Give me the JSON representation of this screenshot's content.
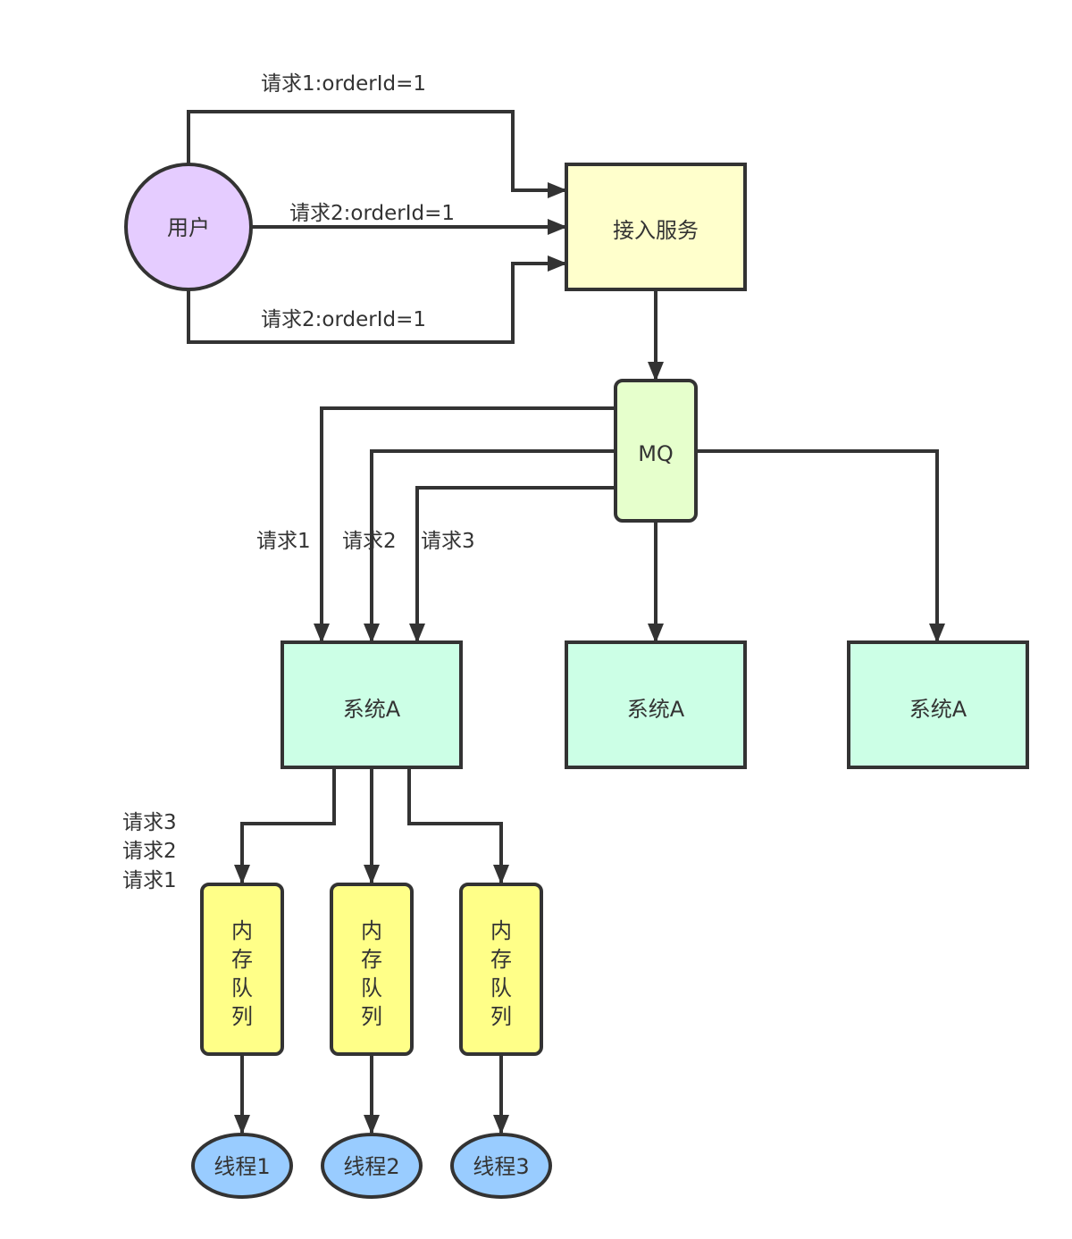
{
  "nodes": {
    "user": "用户",
    "access": "接入服务",
    "mq": "MQ",
    "sys_a_1": "系统A",
    "sys_a_2": "系统A",
    "sys_a_3": "系统A",
    "queue1": [
      "内",
      "存",
      "队",
      "列"
    ],
    "queue2": [
      "内",
      "存",
      "队",
      "列"
    ],
    "queue3": [
      "内",
      "存",
      "队",
      "列"
    ],
    "thread1": "线程1",
    "thread2": "线程2",
    "thread3": "线程3"
  },
  "labels": {
    "req1_top": "请求1:orderId=1",
    "req2_mid": "请求2:orderId=1",
    "req2_bottom": "请求2:orderId=1",
    "mq_req1": "请求1",
    "mq_req2": "请求2",
    "mq_req3": "请求3",
    "stack": [
      "请求3",
      "请求2",
      "请求1"
    ]
  },
  "colors": {
    "user": "#e5ccff",
    "access": "#ffffcc",
    "mq": "#e6ffcc",
    "system": "#ccffe6",
    "queue": "#ffff88",
    "thread": "#99ccff",
    "stroke": "#333333"
  }
}
